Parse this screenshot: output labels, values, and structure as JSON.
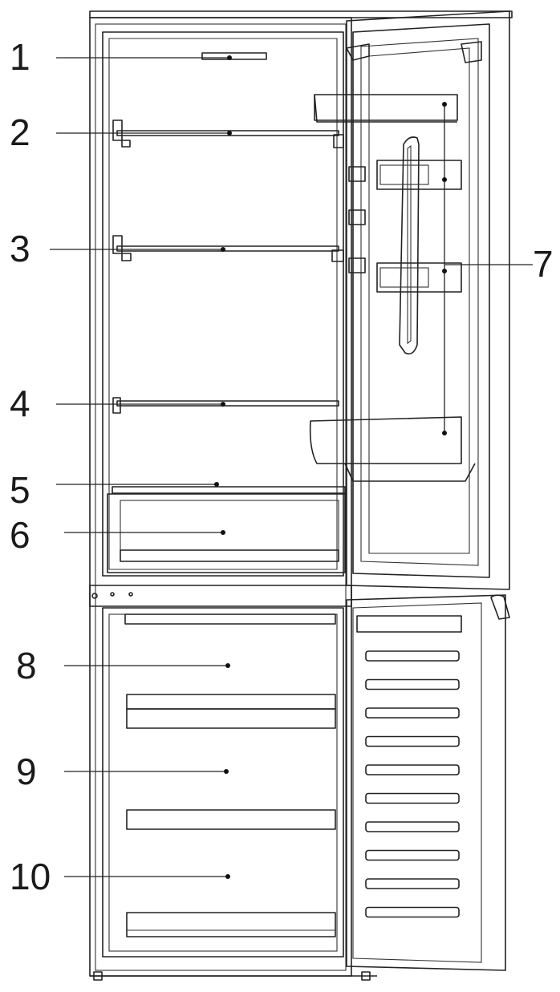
{
  "callouts": [
    {
      "id": "1",
      "label": "1"
    },
    {
      "id": "2",
      "label": "2"
    },
    {
      "id": "3",
      "label": "3"
    },
    {
      "id": "4",
      "label": "4"
    },
    {
      "id": "5",
      "label": "5"
    },
    {
      "id": "6",
      "label": "6"
    },
    {
      "id": "7",
      "label": "7"
    },
    {
      "id": "8",
      "label": "8"
    },
    {
      "id": "9",
      "label": "9"
    },
    {
      "id": "10",
      "label": "10"
    }
  ],
  "colors": {
    "stroke": "#222222",
    "background": "#ffffff"
  }
}
